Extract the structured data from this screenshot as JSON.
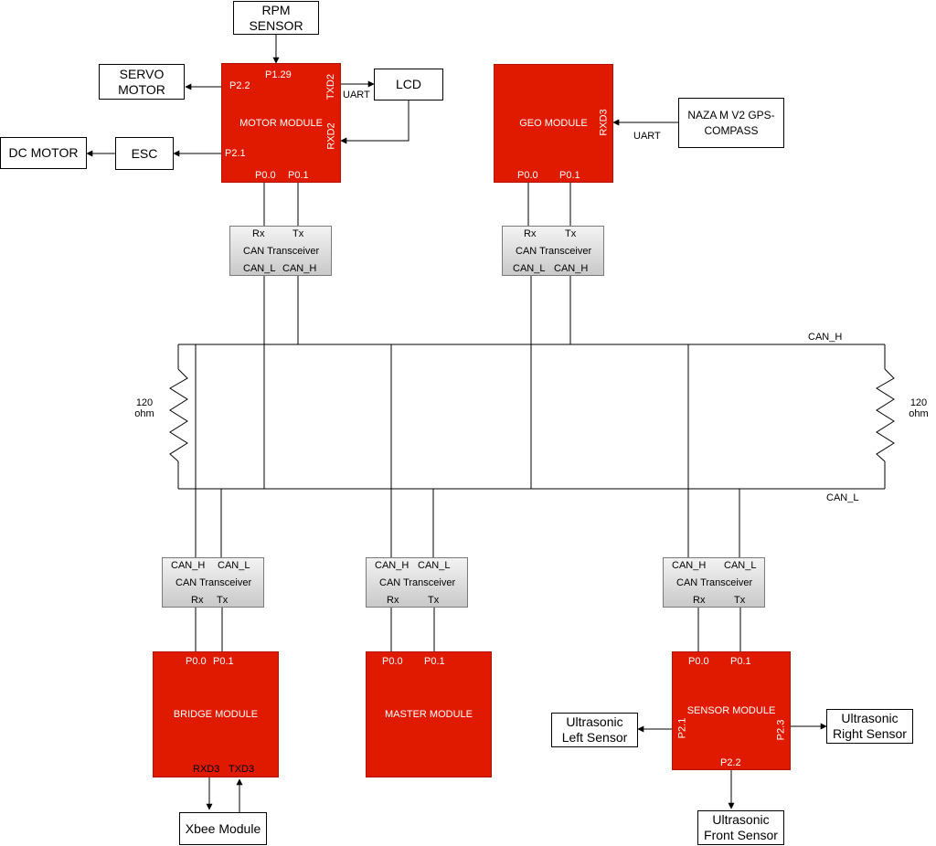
{
  "external": {
    "rpm_sensor": "RPM SENSOR",
    "servo_motor": "SERVO MOTOR",
    "lcd": "LCD",
    "dc_motor": "DC MOTOR",
    "esc": "ESC",
    "gps_compass": "NAZA M V2 GPS-COMPASS",
    "xbee": "Xbee Module",
    "us_left": "Ultrasonic Left Sensor",
    "us_right": "Ultrasonic Right Sensor",
    "us_front": "Ultrasonic Front Sensor"
  },
  "modules": {
    "motor": {
      "title": "MOTOR MODULE",
      "p1_29": "P1.29",
      "p2_2": "P2.2",
      "p2_1": "P2.1",
      "txd2": "TXD2",
      "rxd2": "RXD2",
      "p0_0": "P0.0",
      "p0_1": "P0.1"
    },
    "geo": {
      "title": "GEO MODULE",
      "rxd3": "RXD3",
      "p0_0": "P0.0",
      "p0_1": "P0.1"
    },
    "bridge": {
      "title": "BRIDGE MODULE",
      "p0_0": "P0.0",
      "p0_1": "P0.1",
      "rxd3": "RXD3",
      "txd3": "TXD3"
    },
    "master": {
      "title": "MASTER MODULE",
      "p0_0": "P0.0",
      "p0_1": "P0.1"
    },
    "sensor": {
      "title": "SENSOR MODULE",
      "p0_0": "P0.0",
      "p0_1": "P0.1",
      "p2_1": "P2.1",
      "p2_3": "P2.3",
      "p2_2": "P2.2"
    }
  },
  "transceiver": {
    "title": "CAN Transceiver",
    "rx": "Rx",
    "tx": "Tx",
    "can_l": "CAN_L",
    "can_h": "CAN_H"
  },
  "bus": {
    "can_h": "CAN_H",
    "can_l": "CAN_L",
    "resistor_value": "120",
    "resistor_unit": "ohm"
  },
  "links": {
    "uart": "UART"
  }
}
